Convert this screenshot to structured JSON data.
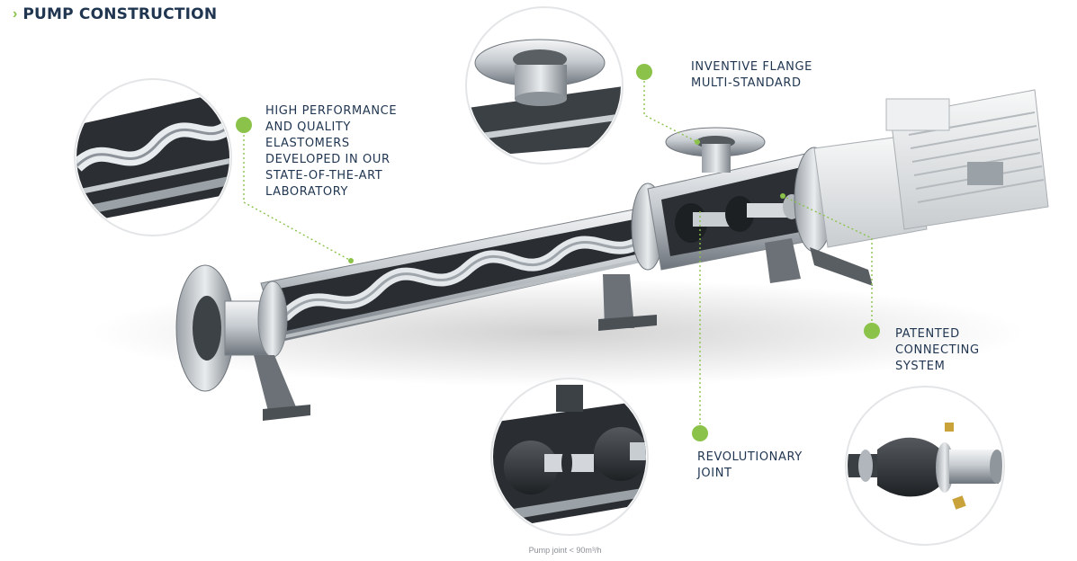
{
  "header": {
    "chevron": "›",
    "title": "PUMP CONSTRUCTION"
  },
  "callouts": {
    "elastomers": [
      "HIGH PERFORMANCE",
      "AND QUALITY",
      "ELASTOMERS",
      "DEVELOPED IN OUR",
      "STATE-OF-THE-ART",
      "LABORATORY"
    ],
    "flange": [
      "INVENTIVE FLANGE",
      "MULTI-STANDARD"
    ],
    "connecting": [
      "PATENTED",
      "CONNECTING",
      "SYSTEM"
    ],
    "joint": [
      "REVOLUTIONARY",
      "JOINT"
    ]
  },
  "caption": "Pump joint < 90m³/h",
  "colors": {
    "accent_green": "#8bc34a",
    "text_navy": "#1f3550",
    "metal_light": "#d9dde1",
    "metal_dark": "#3a3f44"
  }
}
